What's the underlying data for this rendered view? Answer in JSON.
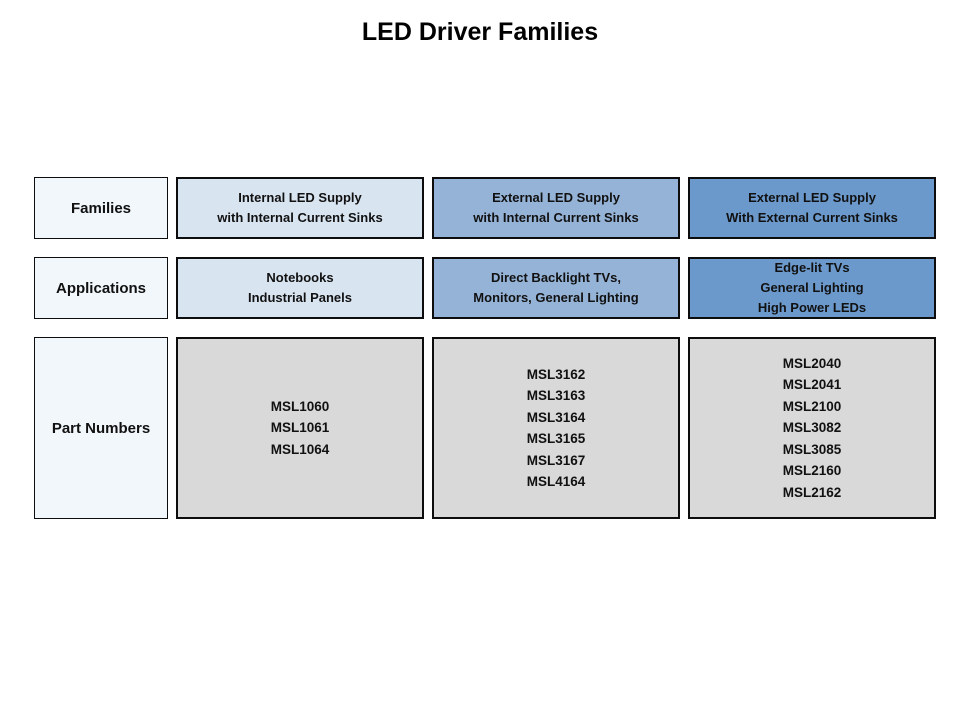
{
  "title": "LED Driver Families",
  "colors": {
    "label_bg": "#f2f7fb",
    "light_blue": "#d9e4f1",
    "medium_blue": "#95b3d7",
    "dark_blue": "#6b99cc",
    "gray": "#d9d9d9",
    "border": "#0d0d0d",
    "text": "#111111"
  },
  "rows": [
    {
      "label": "Families",
      "cells": [
        {
          "lines": [
            "Internal LED Supply",
            "with Internal Current Sinks"
          ]
        },
        {
          "lines": [
            "External LED Supply",
            "with Internal Current Sinks"
          ]
        },
        {
          "lines": [
            "External LED Supply",
            "With External Current Sinks"
          ]
        }
      ]
    },
    {
      "label": "Applications",
      "cells": [
        {
          "lines": [
            "Notebooks",
            "Industrial Panels"
          ]
        },
        {
          "lines": [
            "Direct Backlight TVs,",
            "Monitors, General Lighting"
          ]
        },
        {
          "lines": [
            "Edge-lit TVs",
            "General Lighting",
            "High Power LEDs"
          ]
        }
      ]
    },
    {
      "label": "Part Numbers",
      "cells": [
        {
          "lines": [
            "MSL1060",
            "MSL1061",
            "MSL1064"
          ]
        },
        {
          "lines": [
            "MSL3162",
            "MSL3163",
            "MSL3164",
            "MSL3165",
            "MSL3167",
            "MSL4164"
          ]
        },
        {
          "lines": [
            "MSL2040",
            "MSL2041",
            "MSL2100",
            "MSL3082",
            "MSL3085",
            "MSL2160",
            "MSL2162"
          ]
        }
      ]
    }
  ]
}
